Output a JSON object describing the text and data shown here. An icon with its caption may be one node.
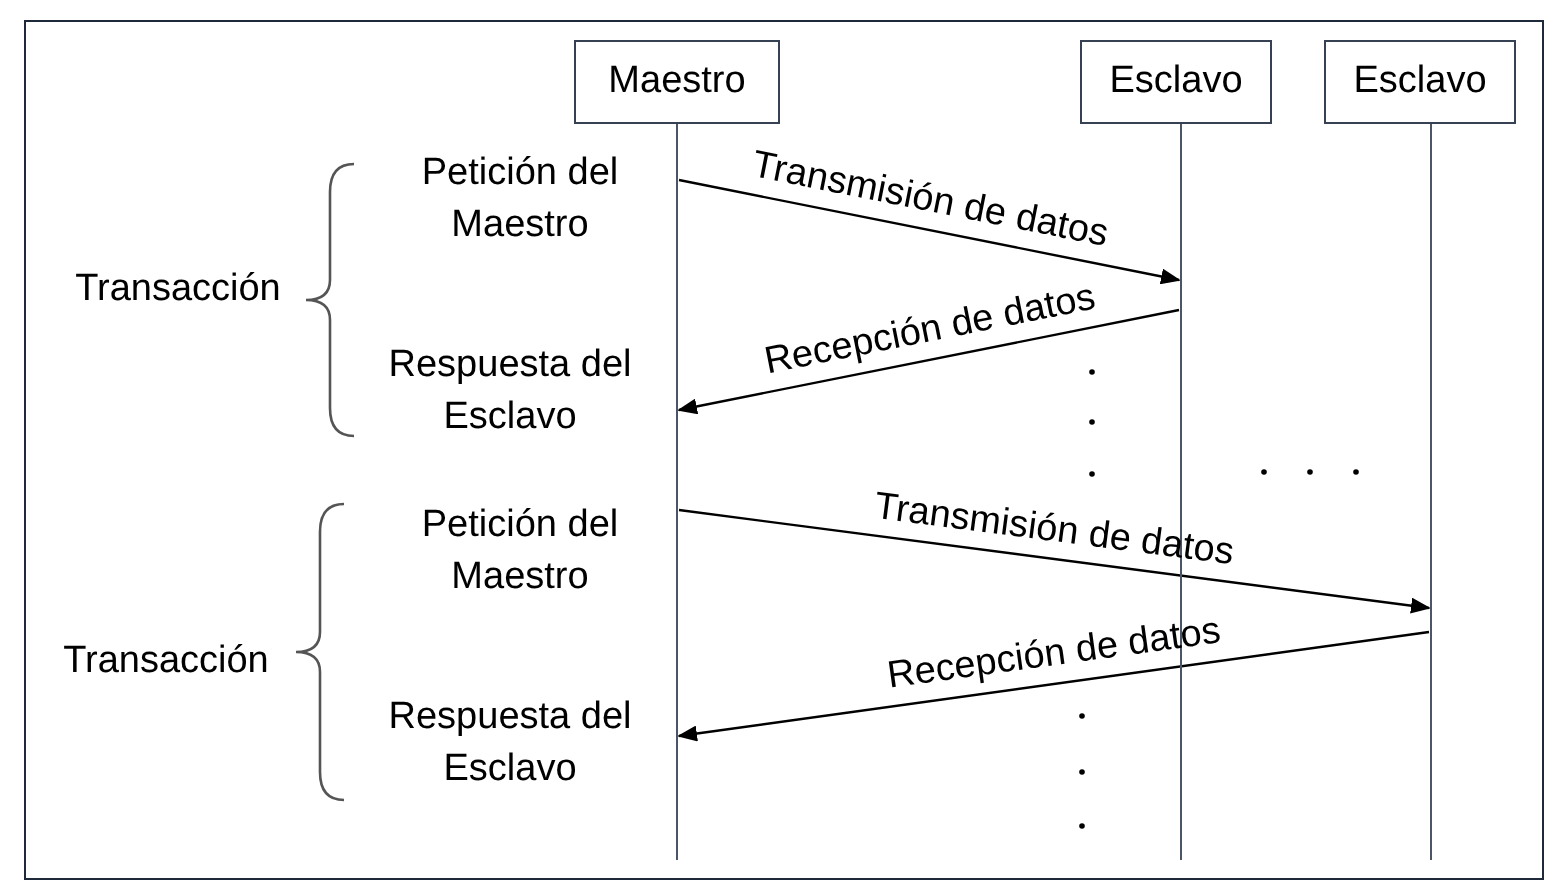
{
  "diagram": {
    "nodes": [
      {
        "text": [
          "Maestro"
        ]
      },
      {
        "text": [
          "Esclavo"
        ]
      },
      {
        "text": [
          "Esclavo"
        ]
      },
      {
        "text": [],
        "shape": "line"
      },
      {
        "text": [],
        "shape": "line"
      },
      {
        "text": [],
        "shape": "line"
      }
    ],
    "edges": [
      {
        "from": 3,
        "to": 4,
        "arrow": "to",
        "label": "Transmisión de datos"
      },
      {
        "from": 4,
        "to": 3,
        "arrow": "to",
        "label": "Recepción de datos"
      },
      {
        "from": 3,
        "to": 5,
        "arrow": "to",
        "label": "Transmisión de datos"
      },
      {
        "from": 5,
        "to": 3,
        "arrow": "to",
        "label": "Recepción de datos"
      }
    ],
    "labels": [
      "Petición del Maestro",
      "Transacción",
      "Respuesta del Esclavo",
      "Petición del Maestro",
      "Transacción",
      "Respuesta del Esclavo"
    ]
  }
}
